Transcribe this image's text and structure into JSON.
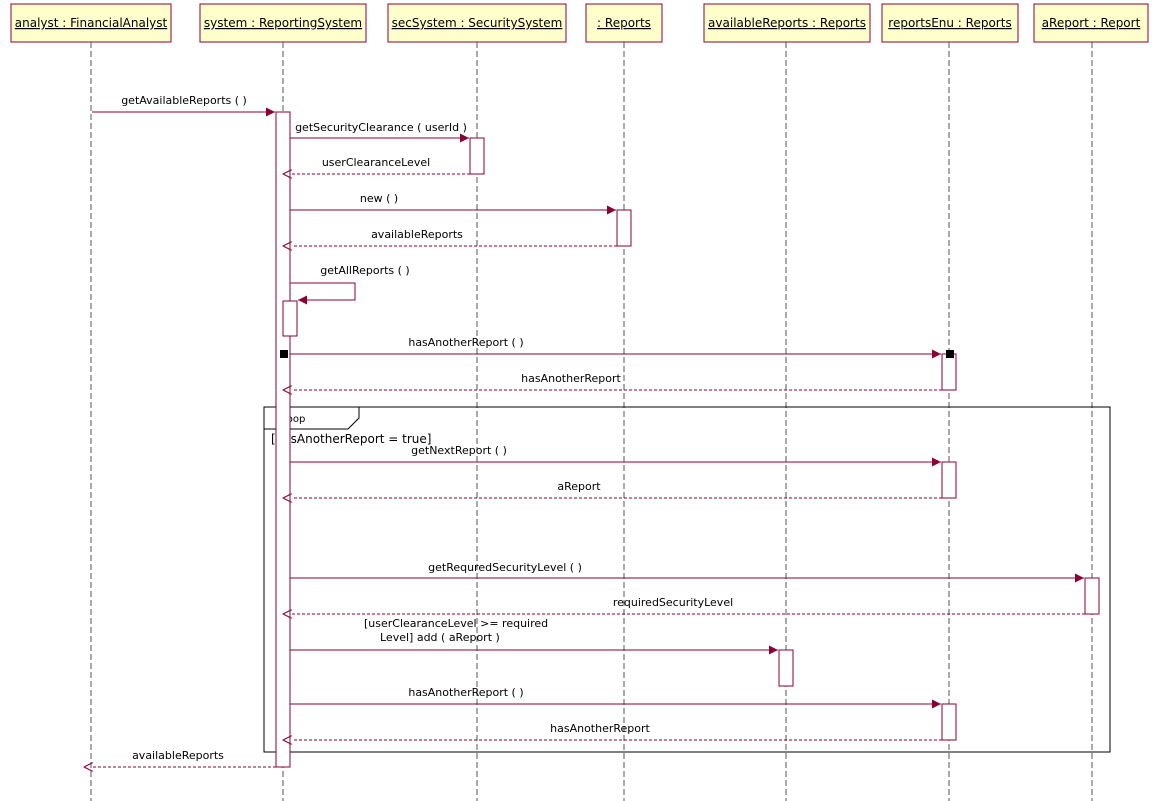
{
  "participants": [
    {
      "id": "analyst",
      "label": "analyst : FinancialAnalyst"
    },
    {
      "id": "system",
      "label": "system : ReportingSystem"
    },
    {
      "id": "secSystem",
      "label": "secSystem : SecuritySystem"
    },
    {
      "id": "reports",
      "label": ": Reports"
    },
    {
      "id": "availableReports",
      "label": "availableReports : Reports"
    },
    {
      "id": "reportsEnu",
      "label": "reportsEnu : Reports"
    },
    {
      "id": "aReport",
      "label": "aReport : Report"
    }
  ],
  "messages": [
    {
      "label": "getAvailableReports (  )",
      "kind": "call"
    },
    {
      "label": "getSecurityClearance ( userId )",
      "kind": "call"
    },
    {
      "label": "userClearanceLevel",
      "kind": "return"
    },
    {
      "label": "new (  )",
      "kind": "call"
    },
    {
      "label": "availableReports",
      "kind": "return"
    },
    {
      "label": "getAllReports (  )",
      "kind": "self"
    },
    {
      "label": "hasAnotherReport (  )",
      "kind": "call"
    },
    {
      "label": "hasAnotherReport",
      "kind": "return"
    },
    {
      "label": "getNextReport (  )",
      "kind": "call"
    },
    {
      "label": "aReport",
      "kind": "return"
    },
    {
      "label": "getRequredSecurityLevel (  )",
      "kind": "call"
    },
    {
      "label": "requiredSecurityLevel",
      "kind": "return"
    },
    {
      "label_line1": "[userClearanceLevel >= required",
      "label_line2": "Level] add ( aReport )",
      "kind": "call"
    },
    {
      "label": "hasAnotherReport (  )",
      "kind": "call"
    },
    {
      "label": "hasAnotherReport",
      "kind": "return"
    },
    {
      "label": "availableReports",
      "kind": "return"
    }
  ],
  "loop": {
    "operator": "loop",
    "guard": "[hasAnotherReport = true]"
  },
  "colors": {
    "accent": "#8b0033",
    "header_fill": "#ffffcc"
  }
}
